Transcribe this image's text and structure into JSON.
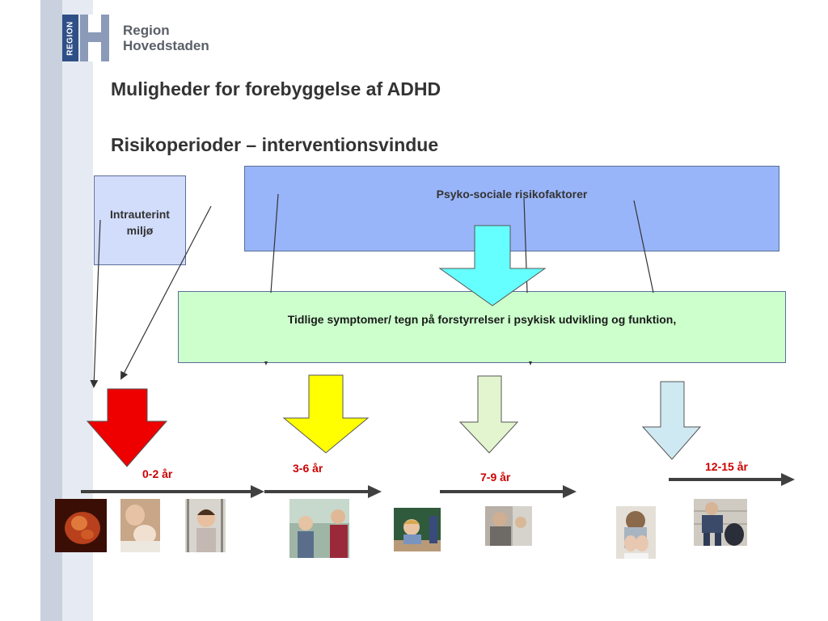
{
  "logo": {
    "badge_text": "REGION",
    "name_line1": "Region",
    "name_line2": "Hovedstaden"
  },
  "title": "Muligheder for forebyggelse af ADHD",
  "subtitle": "Risikoperioder – interventionsvindue",
  "boxes": {
    "intrauterine_line1": "Intrauterint",
    "intrauterine_line2": "miljø",
    "psychosocial": "Psyko-sociale risikofaktorer",
    "early_symptoms": "Tidlige symptomer/ tegn på forstyrrelser i psykisk udvikling og funktion,"
  },
  "age_periods": [
    {
      "label": "0-2 år",
      "arrow_color": "#ee0000"
    },
    {
      "label": "3-6 år",
      "arrow_color": "#ffff00"
    },
    {
      "label": "7-9 år",
      "arrow_color": "#e2f5cf"
    },
    {
      "label": "12-15 år",
      "arrow_color": "#cfe9f3"
    }
  ],
  "colors": {
    "title_text": "#333333",
    "age_text": "#cc0000",
    "timeline_arrow": "#404040",
    "cyan_arrow": "#66ffff"
  },
  "photos": [
    "fetus-photo",
    "newborn-photo",
    "toddler-photo",
    "preschool-children-photo",
    "schoolboy-photo",
    "boy-with-adult-photo",
    "sad-girl-photo",
    "teenager-photo"
  ]
}
